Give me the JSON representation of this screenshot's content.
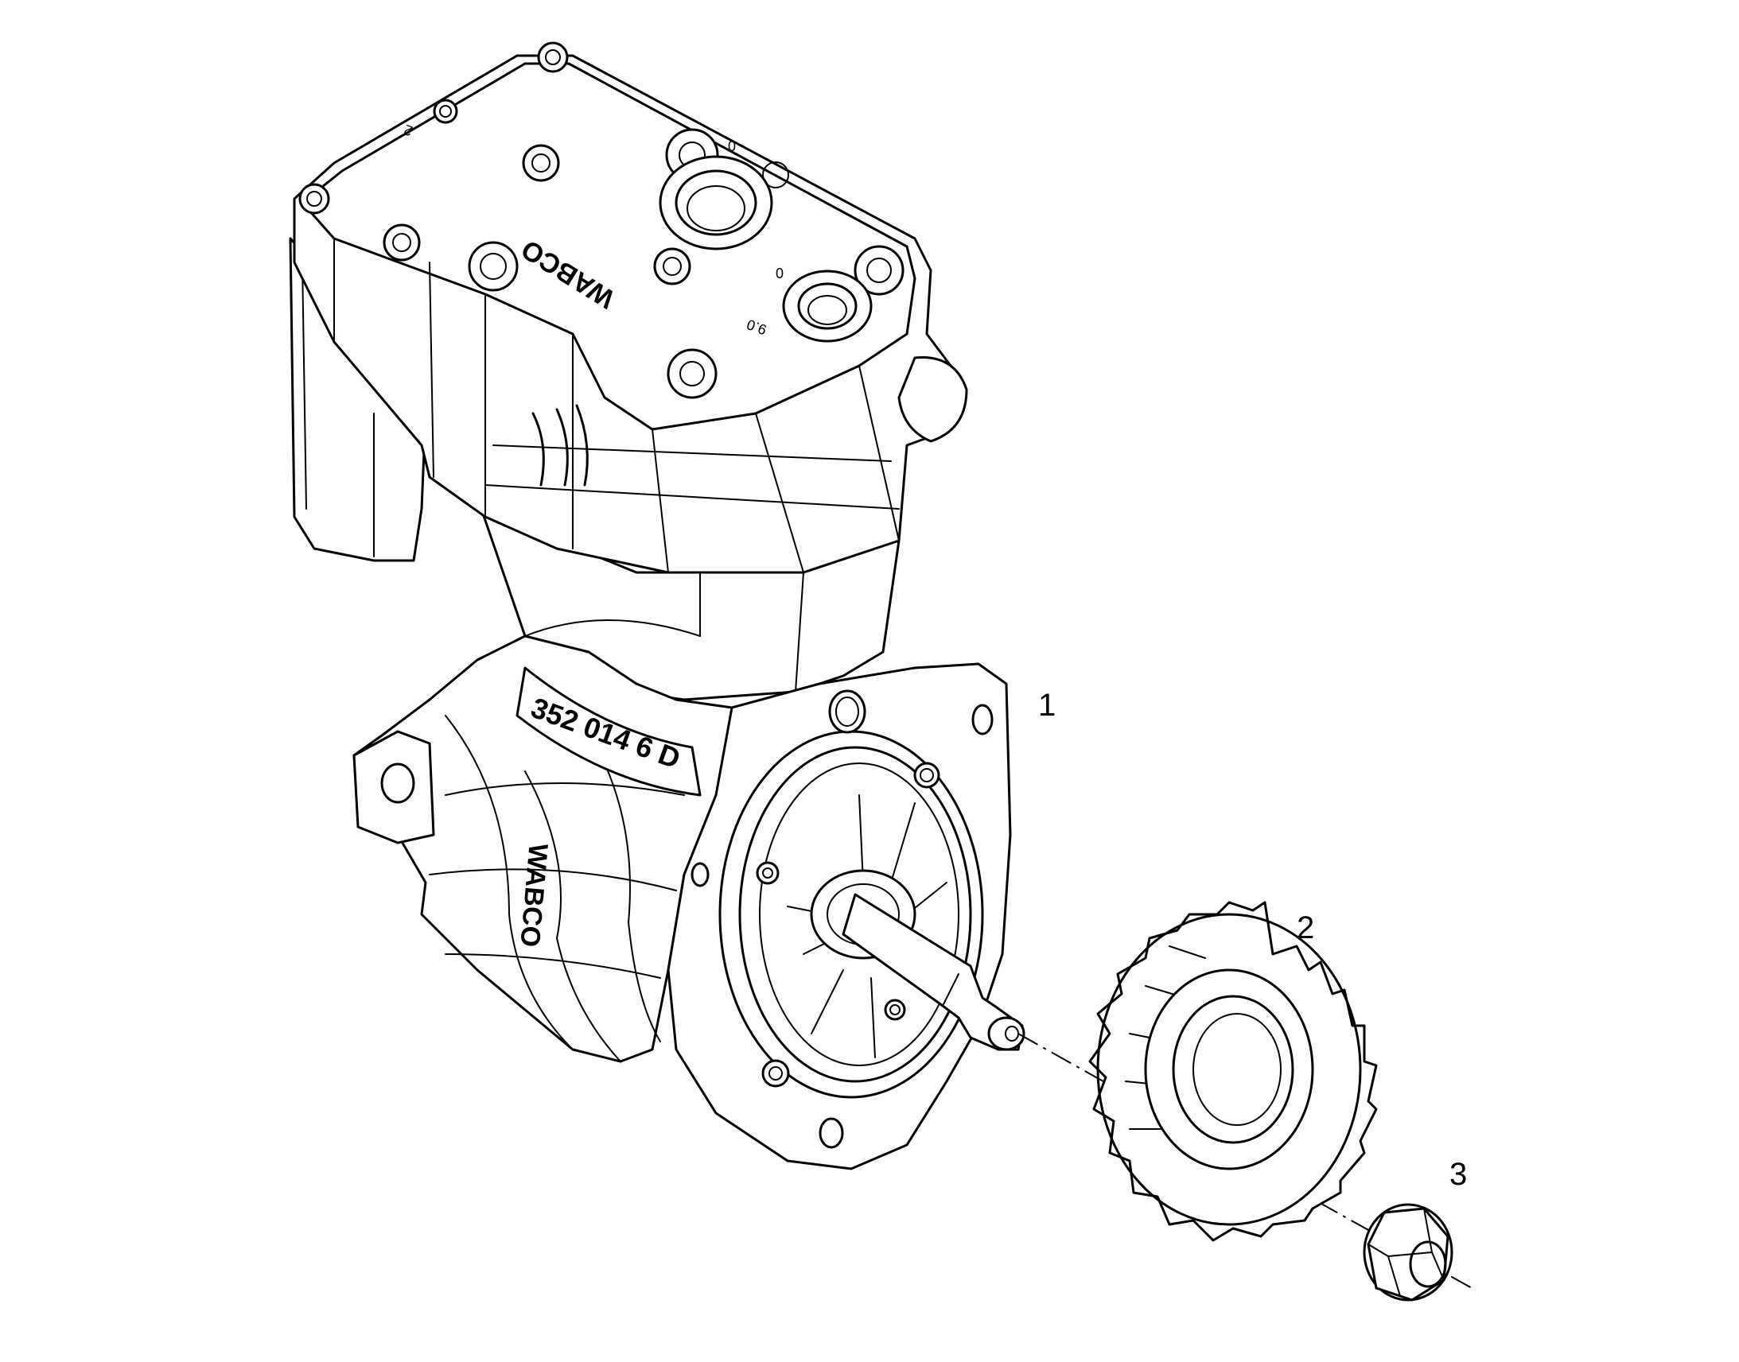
{
  "callouts": [
    {
      "id": "1",
      "label": "1"
    },
    {
      "id": "2",
      "label": "2"
    },
    {
      "id": "3",
      "label": "3"
    }
  ],
  "markings": {
    "brand_head": "WABCO",
    "brand_crankcase": "WABCO",
    "part_number": "352 014 6 D",
    "port_a": "2",
    "port_b": "0",
    "port_c": "9.0",
    "port_d": "0"
  }
}
